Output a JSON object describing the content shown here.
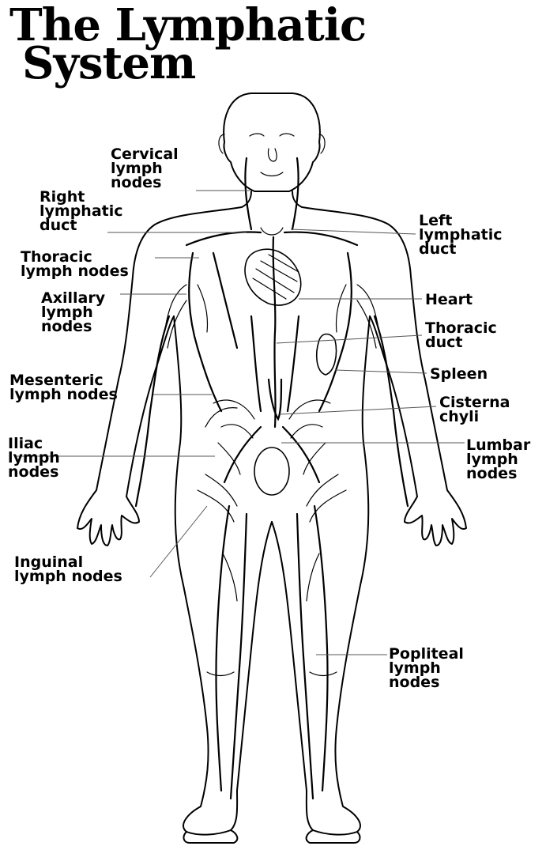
{
  "title": {
    "line1": "The Lymphatic",
    "line2": "System"
  },
  "labels": {
    "cervical": [
      "Cervical",
      "lymph",
      "nodes"
    ],
    "right_duct": [
      "Right",
      "lymphatic",
      "duct"
    ],
    "thoracic_nodes": [
      "Thoracic",
      "lymph nodes"
    ],
    "axillary": [
      "Axillary",
      "lymph",
      "nodes"
    ],
    "mesenteric": [
      "Mesenteric",
      "lymph nodes"
    ],
    "iliac": [
      "Iliac",
      "lymph",
      "nodes"
    ],
    "inguinal": [
      "Inguinal",
      "lymph nodes"
    ],
    "left_duct": [
      "Left",
      "lymphatic",
      "duct"
    ],
    "heart": [
      "Heart"
    ],
    "thoracic_duct": [
      "Thoracic",
      "duct"
    ],
    "spleen": [
      "Spleen"
    ],
    "cisterna": [
      "Cisterna",
      "chyli"
    ],
    "lumbar": [
      "Lumbar",
      "lymph",
      "nodes"
    ],
    "popliteal": [
      "Popliteal",
      "lymph",
      "nodes"
    ]
  }
}
